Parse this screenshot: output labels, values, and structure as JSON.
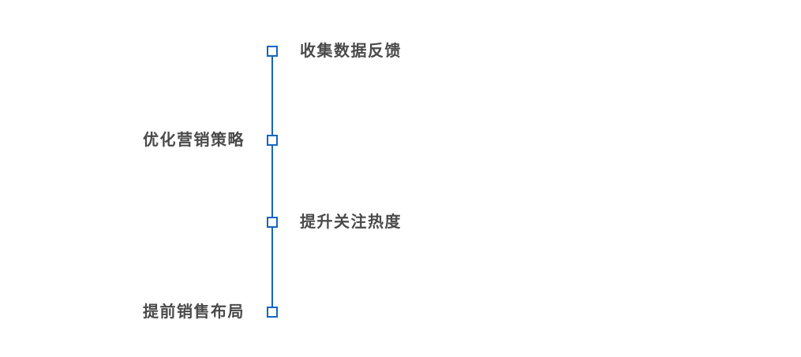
{
  "timeline": {
    "items": [
      {
        "label": "收集数据反馈",
        "side": "right"
      },
      {
        "label": "优化营销策略",
        "side": "left"
      },
      {
        "label": "提升关注热度",
        "side": "right"
      },
      {
        "label": "提前销售布局",
        "side": "left"
      }
    ]
  },
  "colors": {
    "line": "#1565c0",
    "node_border": "#1565c0",
    "node_fill": "#ffffff",
    "label_text": "#4a4a4a",
    "background": "#ffffff"
  }
}
